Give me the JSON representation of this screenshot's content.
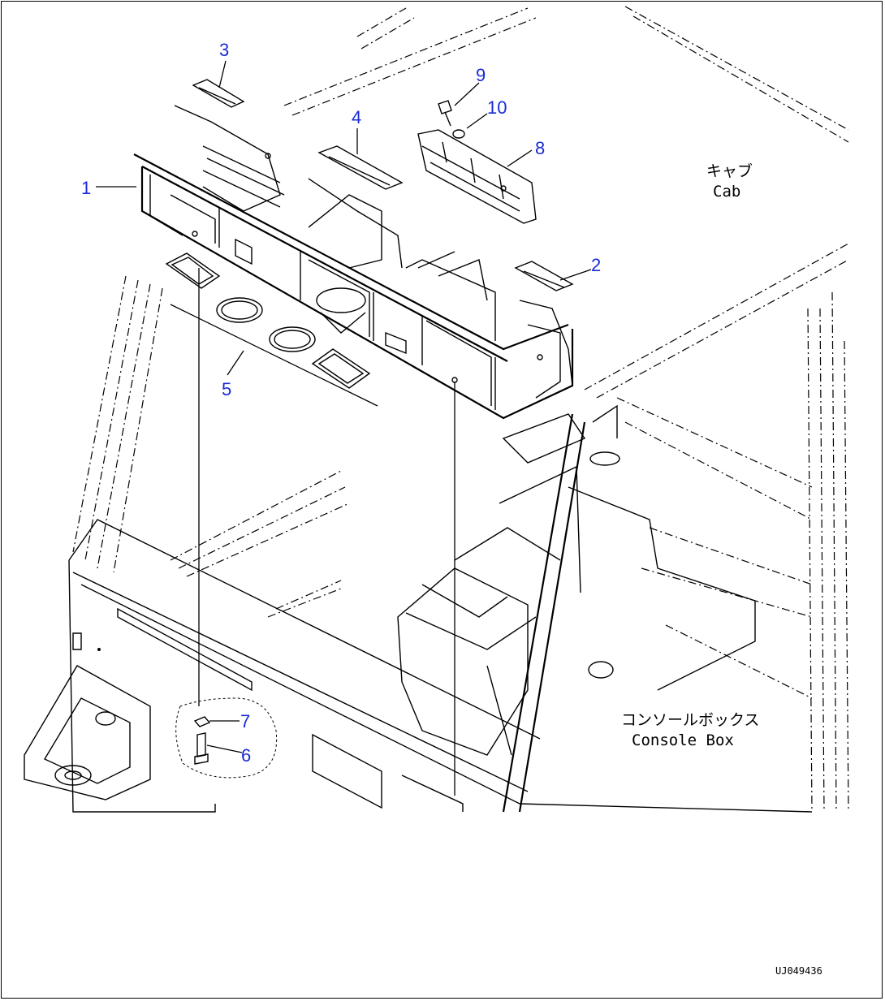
{
  "callouts": {
    "c1": "1",
    "c2": "2",
    "c3": "3",
    "c4": "4",
    "c5": "5",
    "c6": "6",
    "c7": "7",
    "c8": "8",
    "c9": "9",
    "c10": "10"
  },
  "labels": {
    "cab_jp": "キャブ",
    "cab_en": "Cab",
    "console_jp": "コンソールボックス",
    "console_en": "Console Box"
  },
  "drawing_code": "UJ049436",
  "colors": {
    "callout": "#1a2ad8",
    "line": "#000000",
    "background": "#ffffff"
  }
}
